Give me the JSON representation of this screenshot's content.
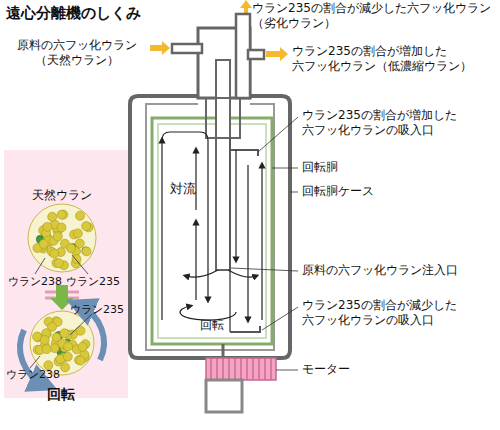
{
  "diagram": {
    "title": "遠心分離機のしくみ",
    "labels": [
      "ウラン235の割合が減少した六フッ化ウラン （劣化ウラン）",
      "原料の六フッ化ウラン （天然ウラン）",
      "ウラン235の割合が増加した 六フッ化ウラン（低濃縮ウラン）",
      "ウラン235の割合が増加した 六フッ化ウランの吸入口",
      "回転胴",
      "回転胴ケース",
      "対流",
      "原料の六フッ化ウラン注入口",
      "回転",
      "ウラン235の割合が減少した 六フッ化ウランの吸入口",
      "モーター",
      "天然ウラン",
      "ウラン238",
      "ウラン235",
      "ウラン235",
      "ウラン238",
      "回転"
    ]
  }
}
